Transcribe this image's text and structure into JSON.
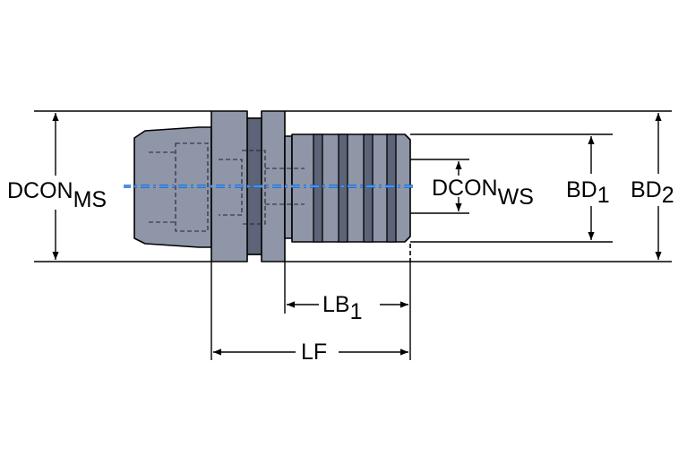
{
  "colors": {
    "body_fill": "#8f96a8",
    "body_dark": "#5d6478",
    "outline": "#000000",
    "hidden_line": "#1f2533",
    "axis_line": "#1e63c8",
    "axis_highlight": "#5ab4ff",
    "dimension_line": "#000000"
  },
  "labels": {
    "dcon_ms": {
      "main": "DCON",
      "sub": "MS"
    },
    "dcon_ws": {
      "main": "DCON",
      "sub": "WS"
    },
    "bd1": {
      "main": "BD",
      "sub": "1"
    },
    "bd2": {
      "main": "BD",
      "sub": "2"
    },
    "lb1": {
      "main": "LB",
      "sub": "1"
    },
    "lf": {
      "main": "LF",
      "sub": ""
    }
  }
}
